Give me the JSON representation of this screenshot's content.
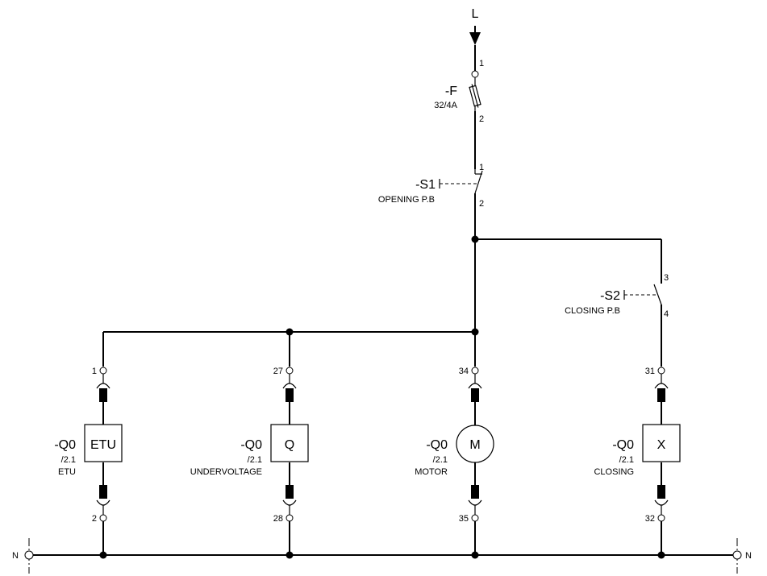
{
  "supply": {
    "line_label": "L",
    "neutral_label_left": "N",
    "neutral_label_right": "N"
  },
  "fuse": {
    "tag": "-F",
    "rating": "32/4A",
    "term_top": "1",
    "term_bottom": "2"
  },
  "s1": {
    "tag": "-S1",
    "desc": "OPENING P.B",
    "term_top": "1",
    "term_bottom": "2"
  },
  "s2": {
    "tag": "-S2",
    "desc": "CLOSING P.B",
    "term_top": "3",
    "term_bottom": "4"
  },
  "branches": [
    {
      "tag": "-Q0",
      "ref": "/2.1",
      "desc": "ETU",
      "symbol": "ETU",
      "shape": "box",
      "term_top": "1",
      "term_bottom": "2"
    },
    {
      "tag": "-Q0",
      "ref": "/2.1",
      "desc": "UNDERVOLTAGE",
      "symbol": "Q",
      "shape": "box",
      "term_top": "27",
      "term_bottom": "28"
    },
    {
      "tag": "-Q0",
      "ref": "/2.1",
      "desc": "MOTOR",
      "symbol": "M",
      "shape": "circle",
      "term_top": "34",
      "term_bottom": "35"
    },
    {
      "tag": "-Q0",
      "ref": "/2.1",
      "desc": "CLOSING",
      "symbol": "X",
      "shape": "box",
      "term_top": "31",
      "term_bottom": "32"
    }
  ]
}
